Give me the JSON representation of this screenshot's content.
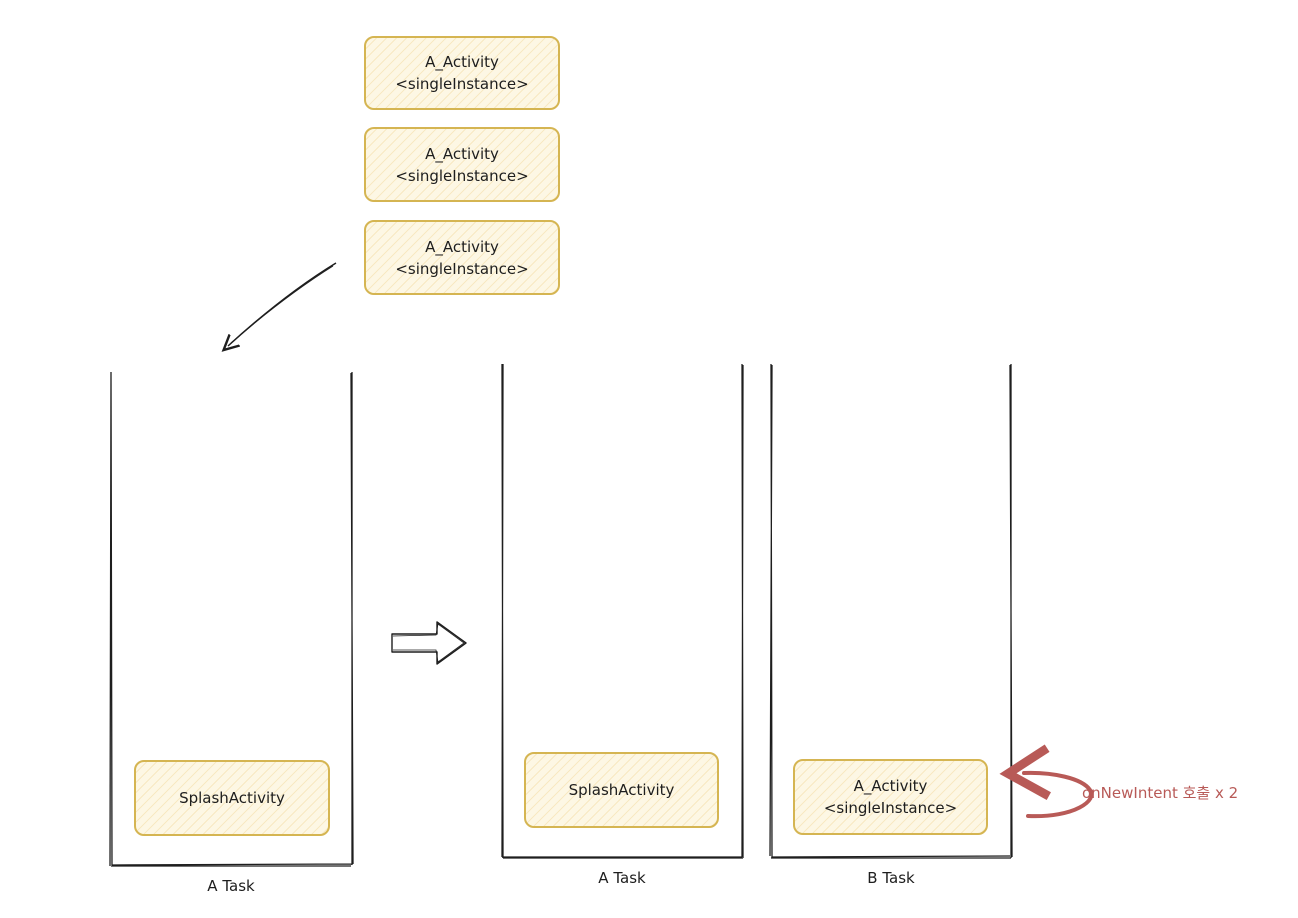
{
  "incoming_activities": [
    {
      "name": "A_Activity",
      "mode": "<singleInstance>"
    },
    {
      "name": "A_Activity",
      "mode": "<singleInstance>"
    },
    {
      "name": "A_Activity",
      "mode": "<singleInstance>"
    }
  ],
  "before": {
    "task_label": "A Task",
    "activity": "SplashActivity"
  },
  "after": {
    "task_a_label": "A Task",
    "task_a_activity": "SplashActivity",
    "task_b_label": "B Task",
    "task_b_activity": {
      "name": "A_Activity",
      "mode": "<singleInstance>"
    }
  },
  "annotation": {
    "text": "onNewIntent 호출 x 2",
    "color": "#b85a57"
  },
  "colors": {
    "box_stroke": "#d5b552",
    "box_fill": "#fdf7e4",
    "line": "#1e1e1e"
  }
}
